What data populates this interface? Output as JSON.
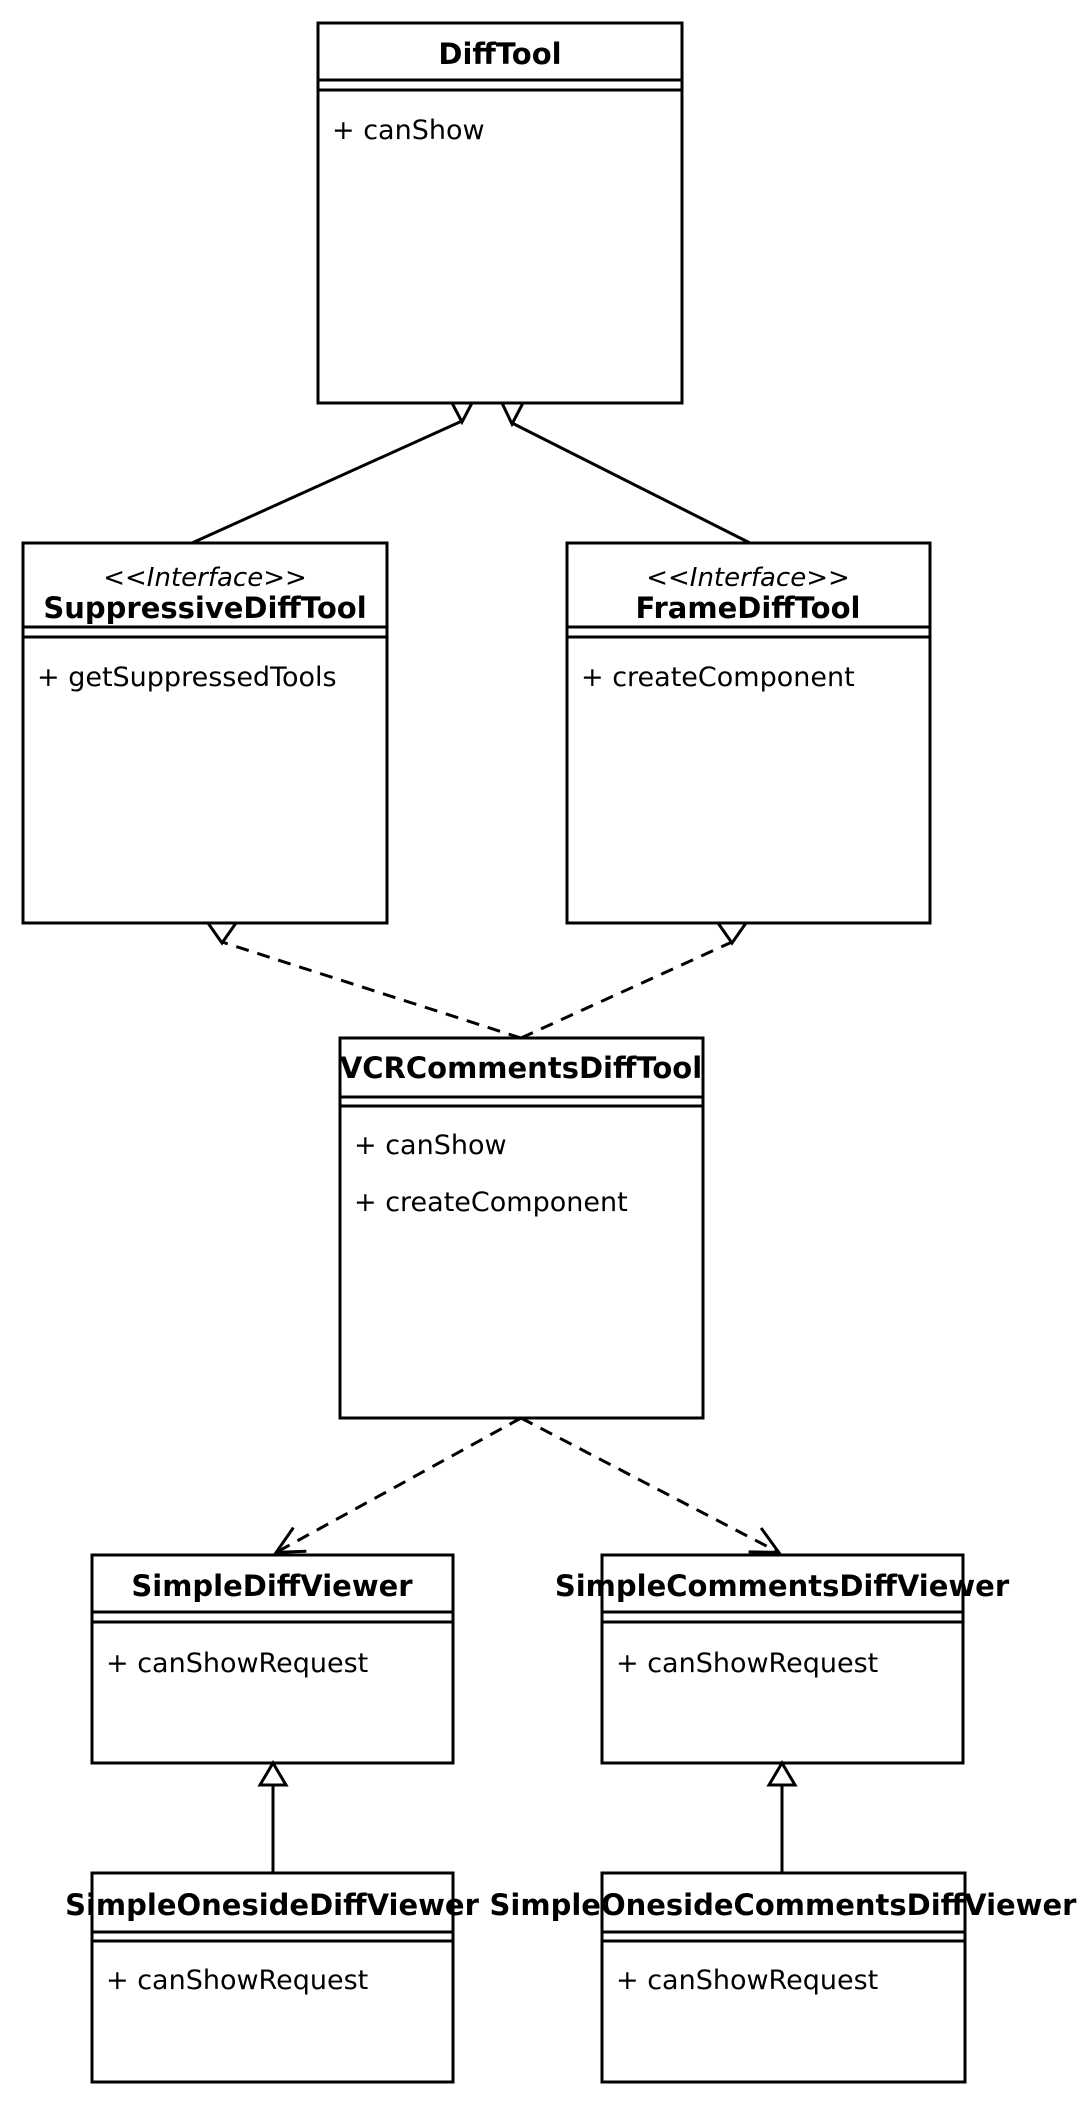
{
  "colors": {
    "background": "#ffffff",
    "stroke": "#000000",
    "text": "#000000"
  },
  "classes": {
    "diff_tool": {
      "name": "DiffTool",
      "methods": [
        "+ canShow"
      ]
    },
    "suppressive_diff_tool": {
      "stereotype": "<<Interface>>",
      "name": "SuppressiveDiffTool",
      "methods": [
        "+ getSuppressedTools"
      ]
    },
    "frame_diff_tool": {
      "stereotype": "<<Interface>>",
      "name": "FrameDiffTool",
      "methods": [
        "+ createComponent"
      ]
    },
    "vcr_comments_diff_tool": {
      "name": "VCRCommentsDiffTool",
      "methods": [
        "+ canShow",
        "+ createComponent"
      ]
    },
    "simple_diff_viewer": {
      "name": "SimpleDiffViewer",
      "methods": [
        "+ canShowRequest"
      ]
    },
    "simple_comments_diff_viewer": {
      "name": "SimpleCommentsDiffViewer",
      "methods": [
        "+ canShowRequest"
      ]
    },
    "simple_oneside_diff_viewer": {
      "name": "SimpleOnesideDiffViewer",
      "methods": [
        "+ canShowRequest"
      ]
    },
    "simple_oneside_comments_diff_viewer": {
      "name": "SimpleOnesideCommentsDiffViewer",
      "methods": [
        "+ canShowRequest"
      ]
    }
  },
  "relationships": [
    {
      "from": "SuppressiveDiffTool",
      "to": "DiffTool",
      "type": "generalization",
      "line": "solid",
      "arrowhead": "hollow-triangle"
    },
    {
      "from": "FrameDiffTool",
      "to": "DiffTool",
      "type": "generalization",
      "line": "solid",
      "arrowhead": "hollow-triangle"
    },
    {
      "from": "VCRCommentsDiffTool",
      "to": "SuppressiveDiffTool",
      "type": "realization",
      "line": "dashed",
      "arrowhead": "hollow-triangle"
    },
    {
      "from": "VCRCommentsDiffTool",
      "to": "FrameDiffTool",
      "type": "realization",
      "line": "dashed",
      "arrowhead": "hollow-triangle"
    },
    {
      "from": "VCRCommentsDiffTool",
      "to": "SimpleDiffViewer",
      "type": "dependency",
      "line": "dashed",
      "arrowhead": "open"
    },
    {
      "from": "VCRCommentsDiffTool",
      "to": "SimpleCommentsDiffViewer",
      "type": "dependency",
      "line": "dashed",
      "arrowhead": "open"
    },
    {
      "from": "SimpleOnesideDiffViewer",
      "to": "SimpleDiffViewer",
      "type": "generalization",
      "line": "solid",
      "arrowhead": "hollow-triangle"
    },
    {
      "from": "SimpleOnesideCommentsDiffViewer",
      "to": "SimpleCommentsDiffViewer",
      "type": "generalization",
      "line": "solid",
      "arrowhead": "hollow-triangle"
    }
  ]
}
